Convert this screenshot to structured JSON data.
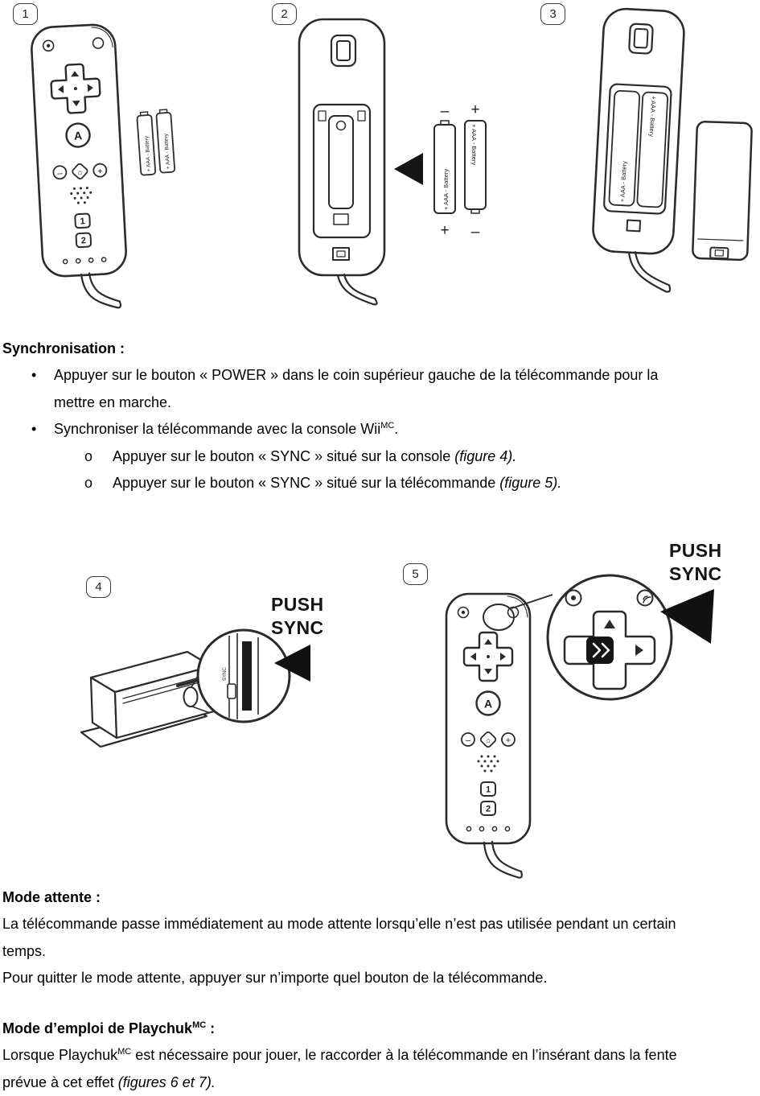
{
  "figures": {
    "fig1": {
      "number": "1"
    },
    "fig2": {
      "number": "2",
      "sign_top_left": "–",
      "sign_top_right": "+",
      "sign_bottom_left": "+",
      "sign_bottom_right": "–"
    },
    "fig3": {
      "number": "3"
    },
    "fig4": {
      "number": "4",
      "push": "PUSH",
      "sync": "SYNC",
      "sync_label": "SYNC"
    },
    "fig5": {
      "number": "5",
      "push": "PUSH",
      "sync": "SYNC"
    }
  },
  "battery": {
    "label": "+ AAA - Battery"
  },
  "remote": {
    "a": "A",
    "one": "1",
    "two": "2",
    "minus": "–",
    "plus": "+",
    "home": "⌂"
  },
  "sections": {
    "sync": {
      "heading": "Synchronisation :",
      "bullet_marker": "•",
      "sub_marker": "o",
      "item1": "Appuyer sur le bouton « POWER » dans le coin supérieur gauche de la télécommande pour la mettre en marche.",
      "item2_pre": "Synchroniser la télécommande avec la console Wii",
      "item2_sup": "MC",
      "item2_post": ".",
      "sub1_text": "Appuyer sur le bouton « SYNC » situé sur la console ",
      "sub1_ref": "(figure 4).",
      "sub2_text": "Appuyer sur le bouton « SYNC » situé sur la télécommande ",
      "sub2_ref": "(figure 5)."
    },
    "standby": {
      "heading": "Mode attente :",
      "para1": "La télécommande passe immédiatement au mode attente lorsqu’elle n’est pas utilisée pendant un certain temps.",
      "para2": "Pour quitter le mode attente, appuyer sur n’importe quel bouton de la télécommande."
    },
    "playchuk": {
      "heading_pre": "Mode d’emploi de Playchuk",
      "heading_sup": "MC",
      "heading_post": " :",
      "para_pre": "Lorsque Playchuk",
      "para_sup": "MC",
      "para_mid": " est nécessaire pour jouer, le raccorder à la télécommande en l’insérant dans la fente prévue à cet effet ",
      "para_ref": "(figures 6 et 7)."
    }
  }
}
